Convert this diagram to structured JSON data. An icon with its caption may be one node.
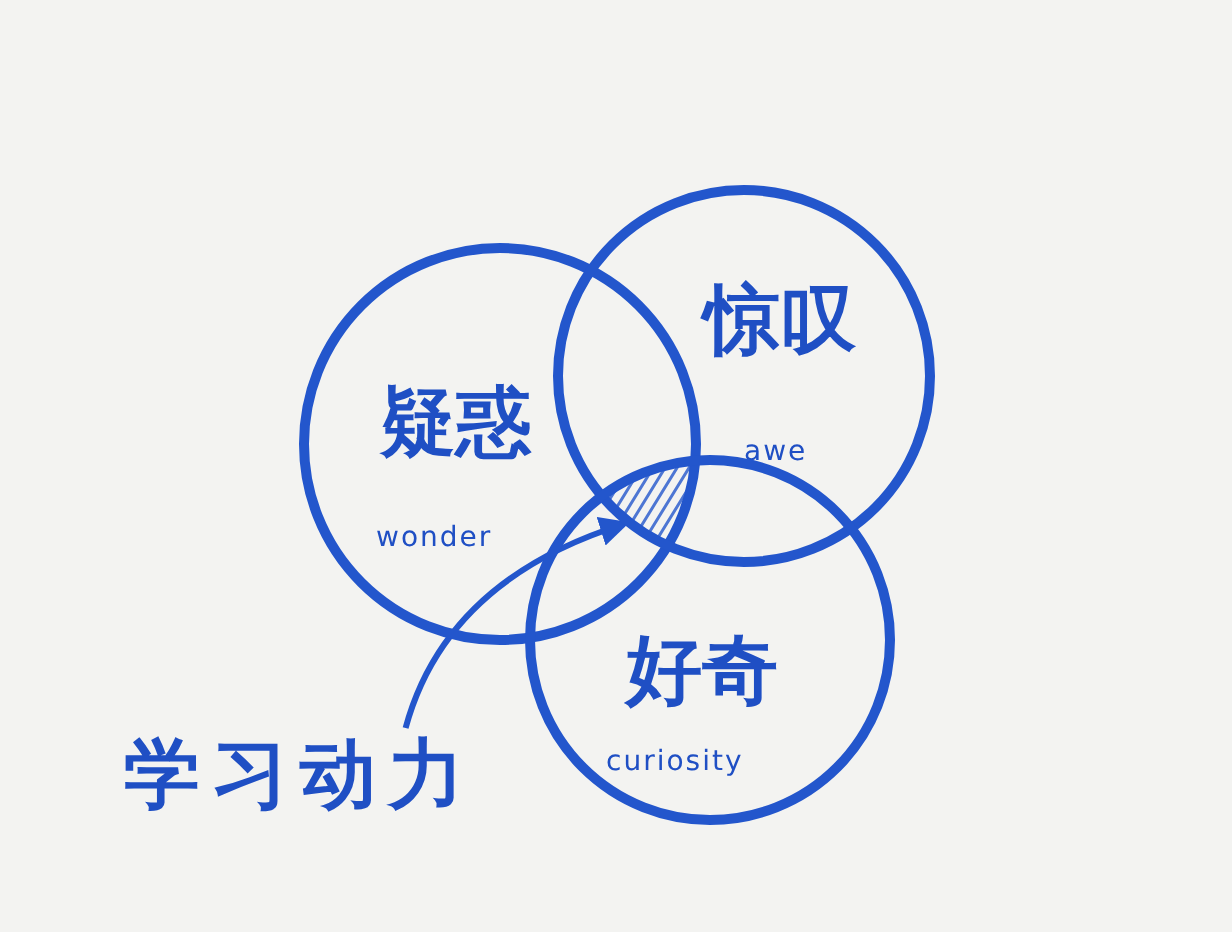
{
  "diagram": {
    "nodes": [
      {
        "text": [
          "疑惑",
          "wonder"
        ]
      },
      {
        "text": [
          "惊叹",
          "awe"
        ]
      },
      {
        "text": [
          "好奇",
          "curiosity"
        ]
      },
      {
        "text": [
          "学习动力"
        ]
      },
      {
        "text": [],
        "shape": "region"
      }
    ],
    "edges": [
      {
        "from": 3,
        "to": 4,
        "arrow": "to"
      }
    ]
  }
}
